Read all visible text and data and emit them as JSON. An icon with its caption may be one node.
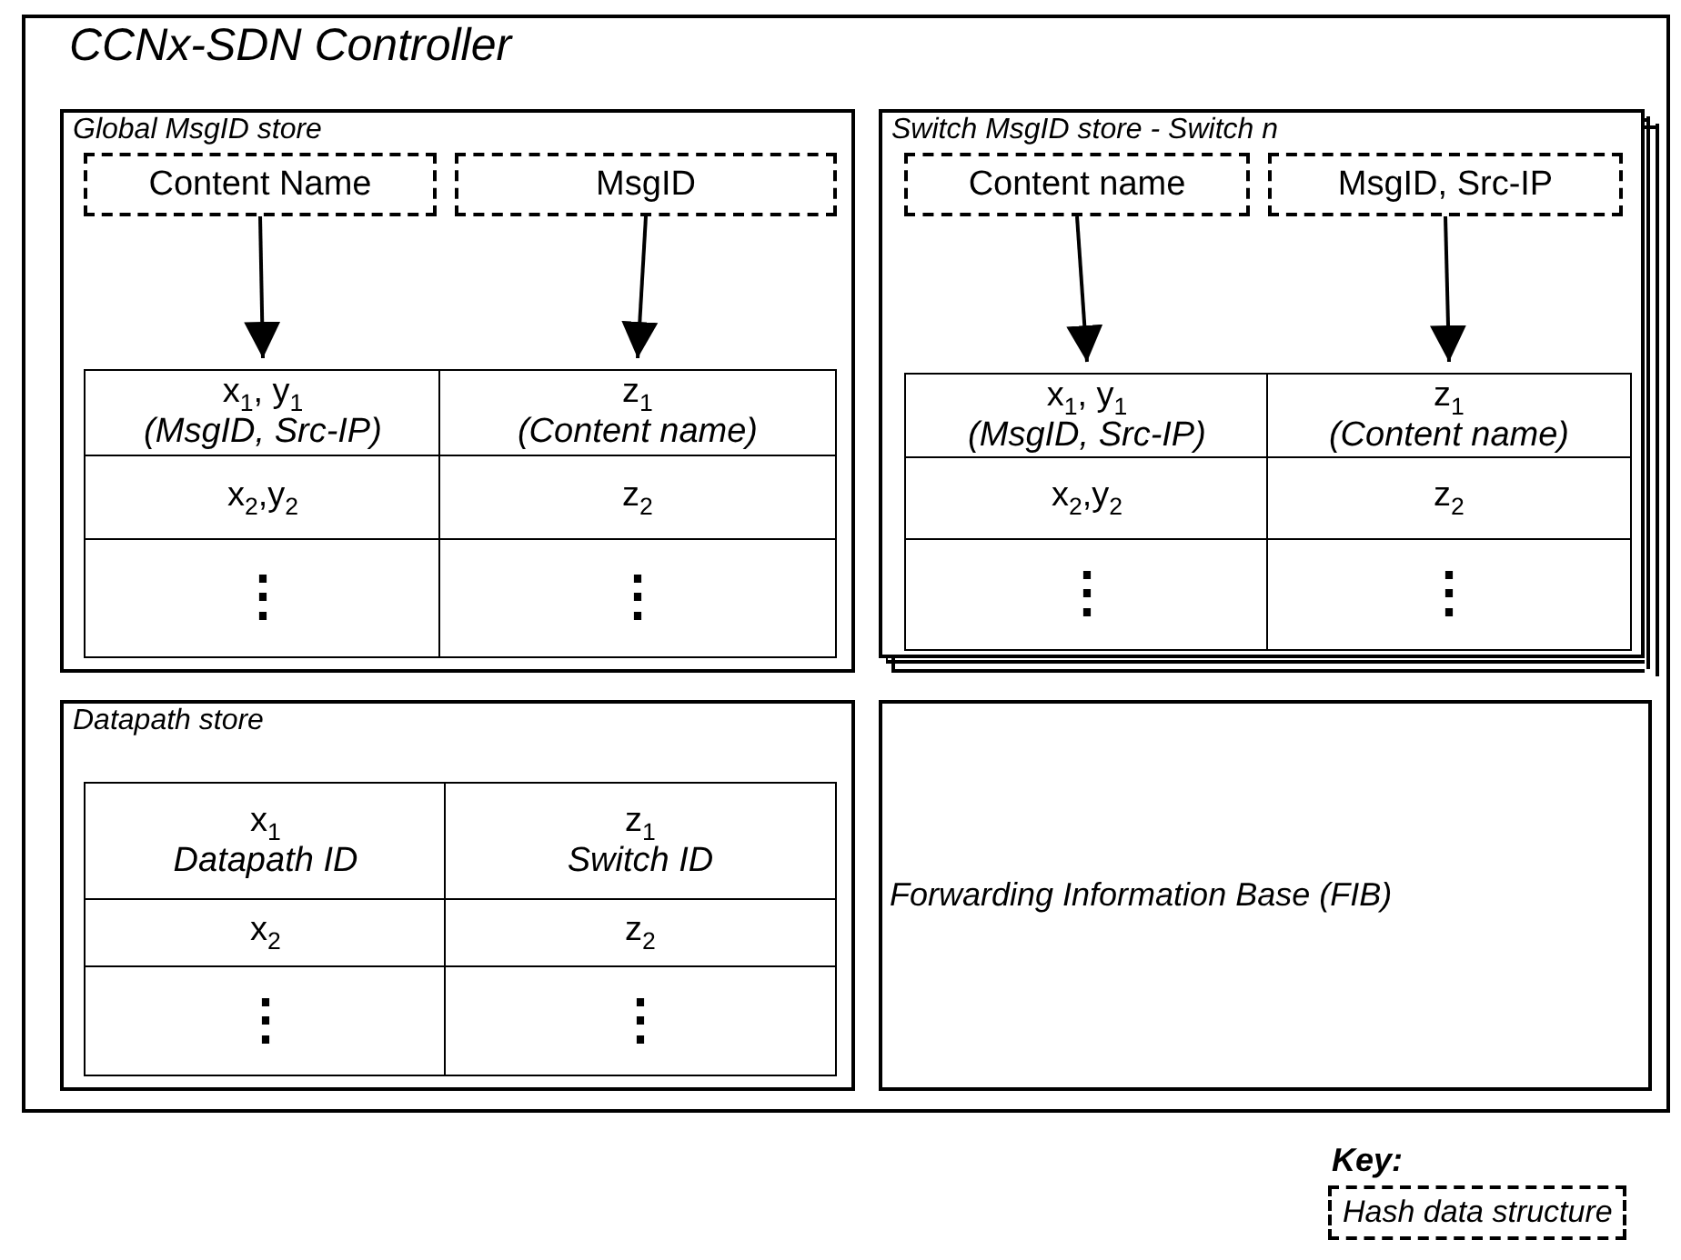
{
  "diagram": {
    "nodes": [
      {
        "text": [
          "CCNx-SDN Controller"
        ]
      },
      {
        "text": [
          "Global MsgID store"
        ],
        "in": 0
      },
      {
        "text": [
          "Content Name"
        ],
        "in": 1
      },
      {
        "text": [
          "MsgID"
        ],
        "in": 1
      },
      {
        "text": [
          "x$_{1}$, y$_{1}$",
          "(MsgID, Src-IP)"
        ],
        "in": 1
      },
      {
        "text": [
          "z$_{1}$",
          "(Content name)"
        ],
        "in": 1
      },
      {
        "text": [
          "Switch MsgID store - Switch n"
        ],
        "in": 0
      },
      {
        "text": [
          "Content name"
        ],
        "in": 6
      },
      {
        "text": [
          "MsgID, Src-IP"
        ],
        "in": 6
      },
      {
        "text": [
          "x$_{1}$, y$_{1}$",
          "(MsgID, Src-IP)"
        ],
        "in": 6
      },
      {
        "text": [
          "z$_{1}$",
          "(Content name)"
        ],
        "in": 6
      },
      {
        "text": [
          "Datapath store"
        ],
        "in": 0
      },
      {
        "text": [
          "Forwarding Information Base (FIB)"
        ],
        "in": 0
      }
    ],
    "edges": [
      {
        "from": 2,
        "to": 4,
        "arrow": "to"
      },
      {
        "from": 3,
        "to": 5,
        "arrow": "to"
      },
      {
        "from": 7,
        "to": 9,
        "arrow": "to"
      },
      {
        "from": 8,
        "to": 10,
        "arrow": "to"
      }
    ],
    "labels": [
      "x$_{2}$,y$_{2}$",
      "z$_{2}$",
      "⋮",
      "⋮",
      "x$_{2}$,y$_{2}$",
      "z$_{2}$",
      "⋮",
      "⋮",
      "x$_{1}$",
      "Datapath ID",
      "z$_{1}$",
      "Switch ID",
      "x$_{2}$",
      "z$_{2}$",
      "⋮",
      "⋮",
      "Key:"
    ],
    "legend": [
      {
        "text": "Hash data structure"
      }
    ]
  }
}
